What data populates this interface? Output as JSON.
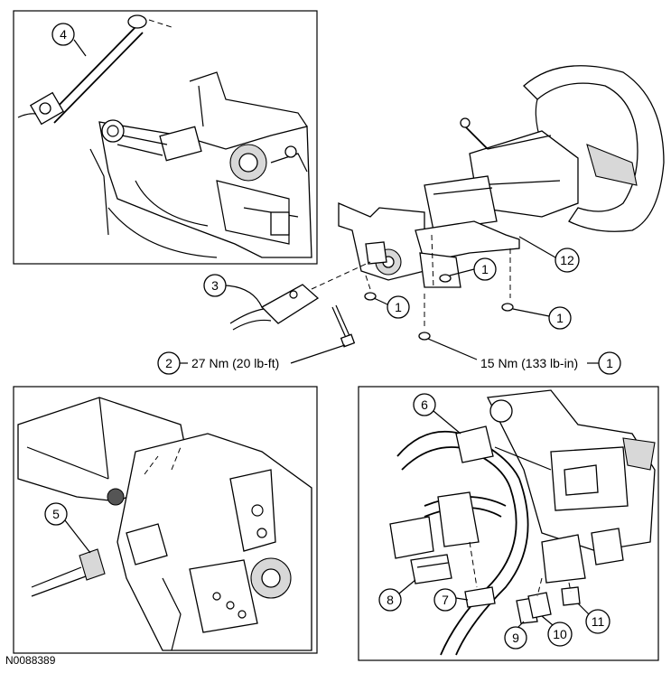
{
  "figure_id": "N0088389",
  "callouts": {
    "c1": "1",
    "c2": "2",
    "c3": "3",
    "c4": "4",
    "c5": "5",
    "c6": "6",
    "c7": "7",
    "c8": "8",
    "c9": "9",
    "c10": "10",
    "c11": "11",
    "c12": "12"
  },
  "torques": {
    "bolt_2": "27 Nm (20 lb-ft)",
    "nut_1": "15 Nm (133 lb-in)"
  }
}
